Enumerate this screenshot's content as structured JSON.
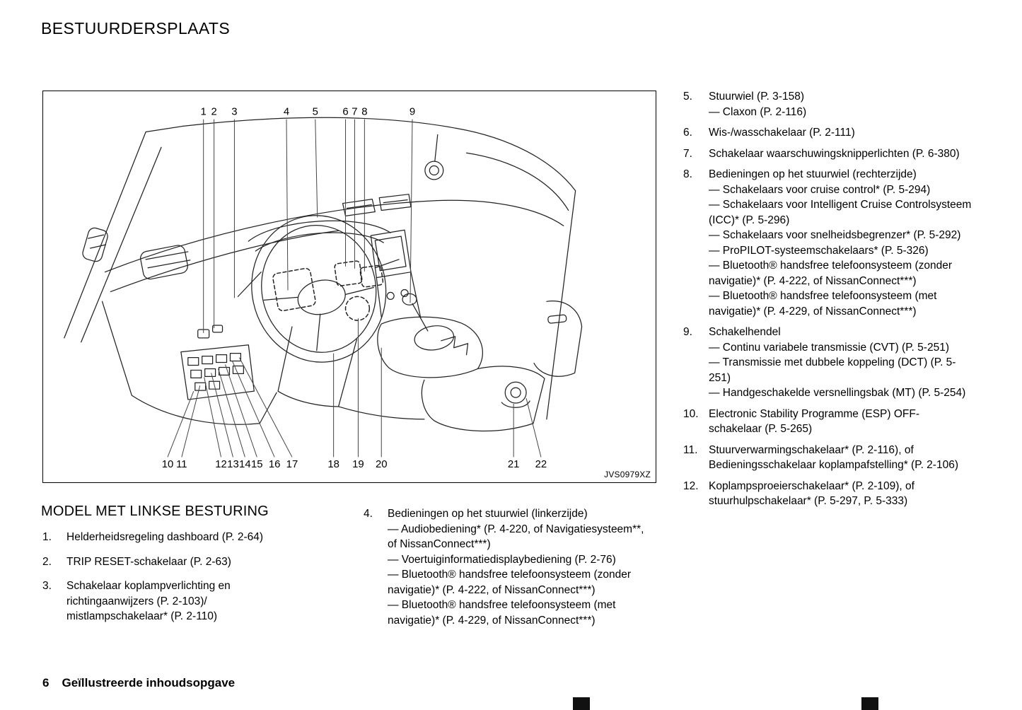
{
  "page": {
    "title": "BESTUURDERSPLAATS",
    "footer": {
      "page_number": "6",
      "chapter": "Geïllustreerde inhoudsopgave"
    }
  },
  "diagram": {
    "figure_code": "JVS0979XZ",
    "top_callouts": [
      "1",
      "2",
      "3",
      "4",
      "5",
      "6",
      "7",
      "8",
      "9"
    ],
    "bottom_callouts": [
      "10",
      "11",
      "12",
      "13",
      "14",
      "15",
      "16",
      "17",
      "18",
      "19",
      "20",
      "21",
      "22"
    ]
  },
  "left_column": {
    "heading": "MODEL MET LINKSE BESTURING",
    "items": [
      {
        "num": "1.",
        "parts": [
          "Helderheidsregeling dashboard (P. 2-64)"
        ]
      },
      {
        "num": "2.",
        "parts": [
          "TRIP RESET-schakelaar (P. 2-63)"
        ]
      },
      {
        "num": "3.",
        "parts": [
          "Schakelaar koplampverlichting en richtingaanwijzers (P. 2-103)/ mistlampschakelaar* (P. 2-110)"
        ]
      }
    ]
  },
  "middle_column": {
    "items": [
      {
        "num": "4.",
        "parts": [
          "Bedieningen op het stuurwiel (linkerzijde)",
          "— Audiobediening* (P. 4-220, of Navigatiesysteem**, of NissanConnect***)",
          "— Voertuiginformatiedisplaybediening (P. 2-76)",
          "— Bluetooth® handsfree telefoonsysteem (zonder navigatie)* (P. 4-222, of NissanConnect***)",
          "— Bluetooth® handsfree telefoonsysteem (met navigatie)* (P. 4-229, of NissanConnect***)"
        ]
      }
    ]
  },
  "right_column": {
    "items": [
      {
        "num": "5.",
        "parts": [
          "Stuurwiel (P. 3-158)",
          "— Claxon (P. 2-116)"
        ]
      },
      {
        "num": "6.",
        "parts": [
          "Wis-/wasschakelaar (P. 2-111)"
        ]
      },
      {
        "num": "7.",
        "parts": [
          "Schakelaar waarschuwingsknipperlichten (P. 6-380)"
        ]
      },
      {
        "num": "8.",
        "parts": [
          "Bedieningen op het stuurwiel (rechterzijde)",
          "— Schakelaars voor cruise control* (P. 5-294)",
          "— Schakelaars voor Intelligent Cruise Controlsysteem (ICC)* (P. 5-296)",
          "— Schakelaars voor snelheidsbegrenzer* (P. 5-292)",
          "— ProPILOT-systeemschakelaars* (P. 5-326)",
          "— Bluetooth® handsfree telefoonsysteem (zonder navigatie)* (P. 4-222, of NissanConnect***)",
          "— Bluetooth® handsfree telefoonsysteem (met navigatie)* (P. 4-229, of NissanConnect***)"
        ]
      },
      {
        "num": "9.",
        "parts": [
          "Schakelhendel",
          "— Continu variabele transmissie (CVT) (P. 5-251)",
          "— Transmissie met dubbele koppeling (DCT) (P. 5-251)",
          "— Handgeschakelde versnellingsbak (MT) (P. 5-254)"
        ]
      },
      {
        "num": "10.",
        "parts": [
          "Electronic Stability Programme (ESP) OFF-schakelaar (P. 5-265)"
        ]
      },
      {
        "num": "11.",
        "parts": [
          "Stuurverwarmingschakelaar* (P. 2-116), of Bedieningsschakelaar koplampafstelling* (P. 2-106)"
        ]
      },
      {
        "num": "12.",
        "parts": [
          "Koplampsproeierschakelaar* (P. 2-109), of stuurhulpschakelaar* (P. 5-297, P. 5-333)"
        ]
      }
    ]
  }
}
